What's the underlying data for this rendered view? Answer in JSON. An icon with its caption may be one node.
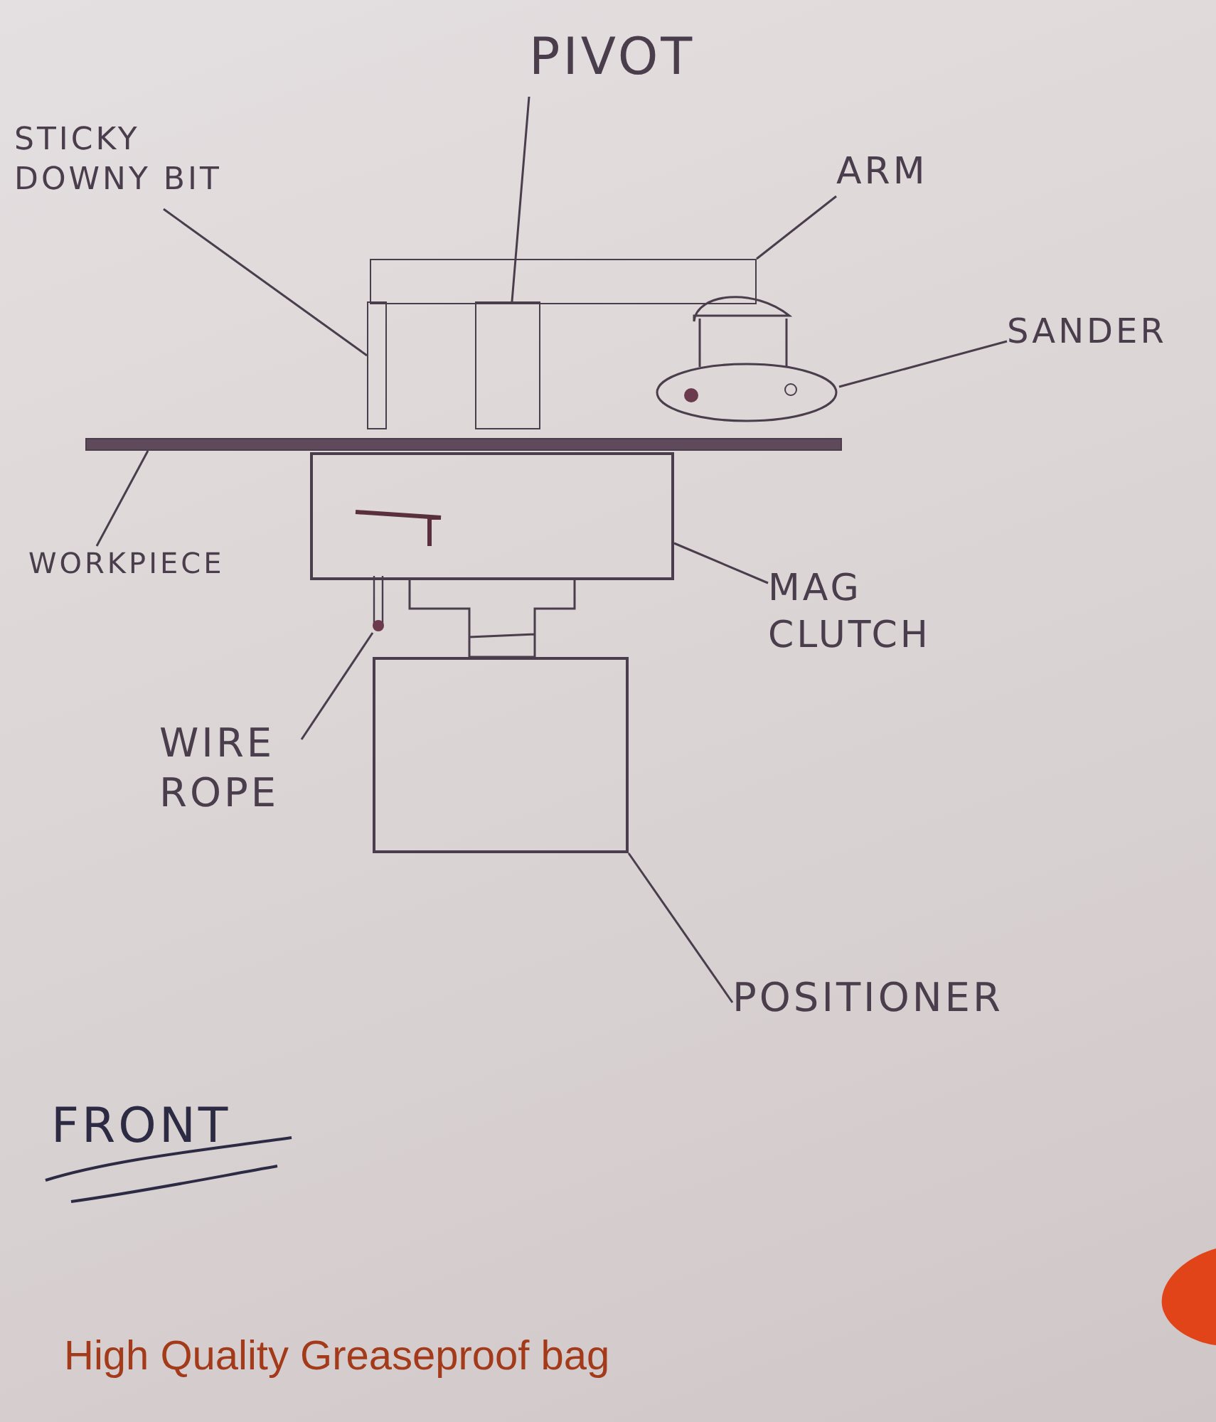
{
  "diagram": {
    "nodes": [
      {
        "text": [
          "STICKY DOWNY BIT"
        ]
      },
      {
        "text": [
          "PIVOT"
        ]
      },
      {
        "text": [
          "ARM"
        ]
      },
      {
        "text": [
          "SANDER"
        ]
      },
      {
        "text": [
          "WORKPIECE"
        ]
      },
      {
        "text": [
          "MAG CLUTCH"
        ]
      },
      {
        "text": [
          "WIRE ROPE"
        ]
      },
      {
        "text": [
          "POSITIONER"
        ]
      },
      {
        "text": [],
        "shape": "bar"
      },
      {
        "text": [],
        "shape": "bar"
      },
      {
        "text": [],
        "shape": "bar"
      },
      {
        "text": [],
        "shape": "picture"
      },
      {
        "text": [],
        "shape": "bar"
      },
      {
        "text": [],
        "shape": "box"
      },
      {
        "text": [],
        "shape": "picture"
      },
      {
        "text": [],
        "shape": "box"
      }
    ],
    "edges": [
      {
        "from": 0,
        "to": 8,
        "arrow": "none"
      },
      {
        "from": 1,
        "to": 9,
        "arrow": "none"
      },
      {
        "from": 2,
        "to": 10,
        "arrow": "none"
      },
      {
        "from": 3,
        "to": 11,
        "arrow": "none"
      },
      {
        "from": 4,
        "to": 12,
        "arrow": "none"
      },
      {
        "from": 5,
        "to": 13,
        "arrow": "none"
      },
      {
        "from": 6,
        "to": 14,
        "arrow": "none"
      },
      {
        "from": 7,
        "to": 15,
        "arrow": "none"
      }
    ],
    "labels": [
      "FRONT",
      "High Quality Greaseproof bag"
    ]
  }
}
